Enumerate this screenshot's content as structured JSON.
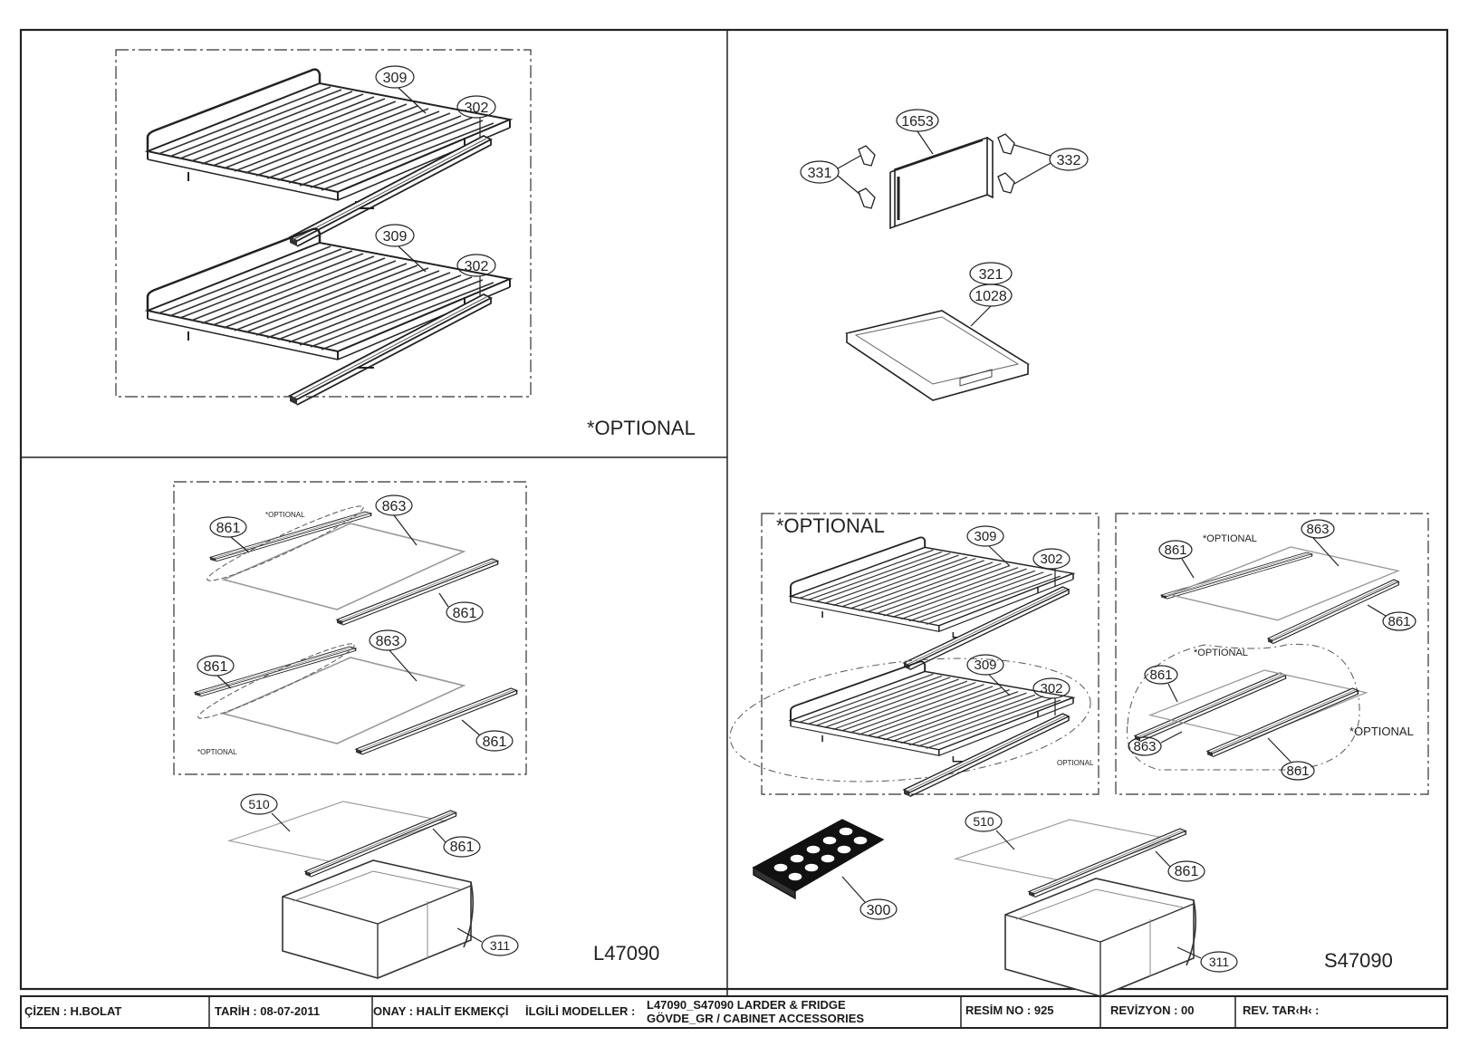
{
  "sheet": {
    "optional_top": "*OPTIONAL",
    "optional_right": "*OPTIONAL",
    "model_left": "L47090",
    "model_right": "S47090",
    "optional_small_1": "*OPTIONAL",
    "optional_small_2": "*OPTIONAL",
    "optional_small_3": "*OPTIONAL",
    "optional_small_4": "OPTIONAL",
    "optional_small_5": "*OPTIONAL",
    "optional_small_6": "*OPTIONAL"
  },
  "title_block": {
    "drawn_by": "ÇİZEN : H.BOLAT",
    "date": "TARİH : 08-07-2011",
    "approval": "ONAY : HALİT EKMEKÇİ",
    "related_models_label": "İLGİLİ MODELLER :",
    "related_models_line1": "L47090_S47090 LARDER & FRIDGE",
    "related_models_line2": "GÖVDE_GR  / CABINET ACCESSORIES",
    "drawing_no": "RESİM NO : 925",
    "revision": "REVİZYON : 00",
    "revision_date": "REV. TAR‹H‹ :"
  },
  "colors": {
    "line": "#1a1a1a",
    "light_line": "#9a9a9a"
  }
}
